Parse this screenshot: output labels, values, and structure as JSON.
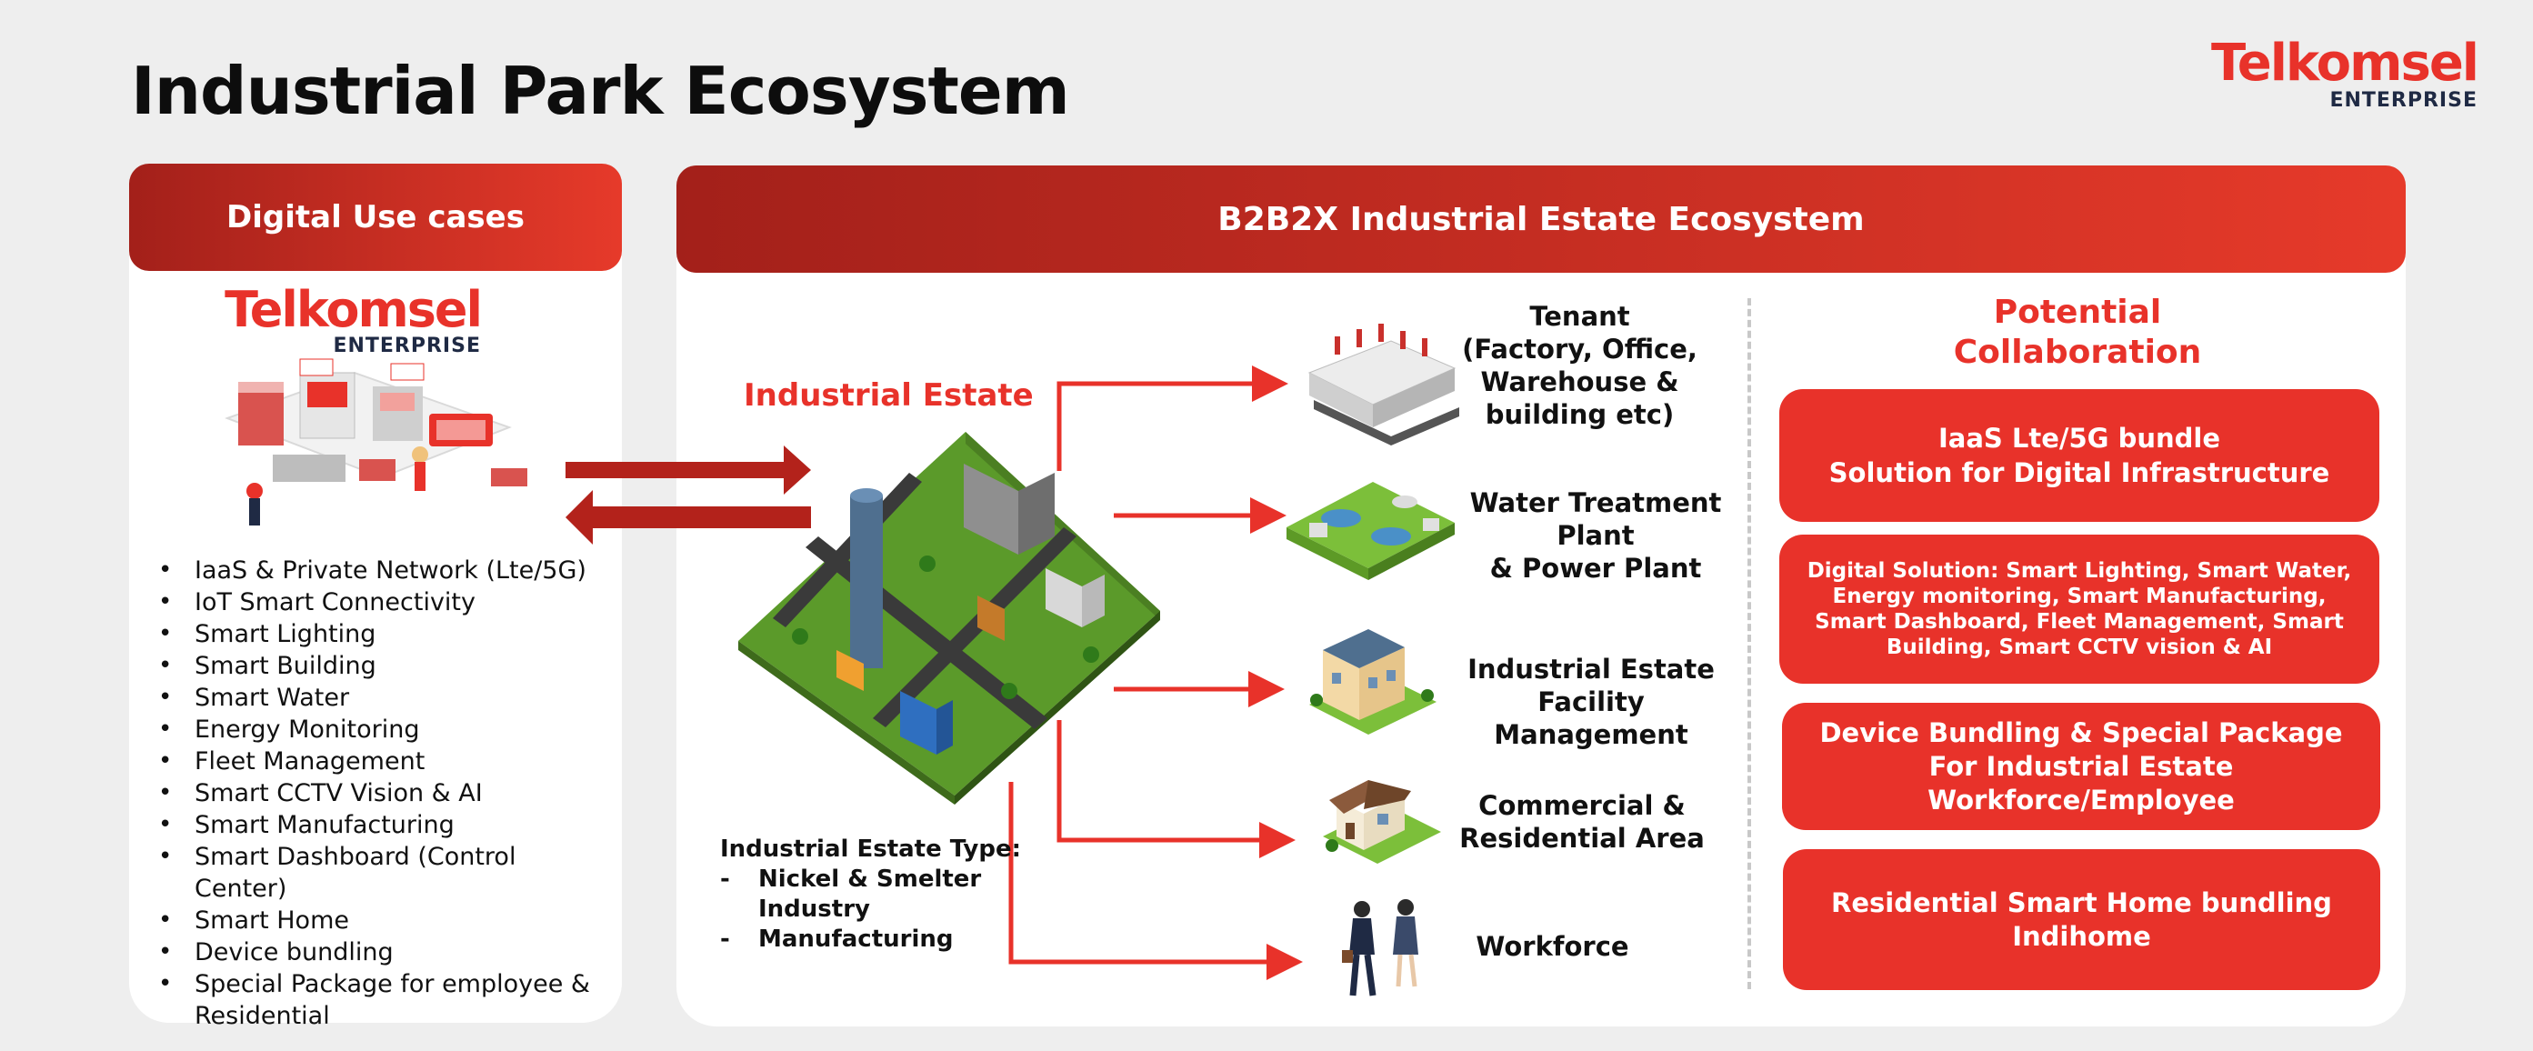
{
  "title": "Industrial Park Ecosystem",
  "brand": {
    "name": "Telkomsel",
    "sub": "ENTERPRISE"
  },
  "left_panel": {
    "header": "Digital Use cases",
    "items": [
      "IaaS & Private Network (Lte/5G)",
      "IoT Smart Connectivity",
      "Smart Lighting",
      "Smart Building",
      "Smart Water",
      "Energy Monitoring",
      "Fleet Management",
      "Smart CCTV Vision & AI",
      "Smart Manufacturing",
      "Smart Dashboard (Control Center)",
      "Smart Home",
      "Device bundling",
      "Special Package for employee & Residential"
    ]
  },
  "right_panel": {
    "header": "B2B2X Industrial Estate Ecosystem",
    "estate_title": "Industrial Estate",
    "estate_type": {
      "label": "Industrial Estate Type:",
      "items": [
        "Nickel & Smelter Industry",
        "Manufacturing"
      ]
    },
    "nodes": [
      {
        "label_lines": [
          "Tenant",
          "(Factory, Office,",
          "Warehouse &",
          "building etc)"
        ]
      },
      {
        "label_lines": [
          "Water Treatment",
          "Plant",
          "& Power Plant"
        ]
      },
      {
        "label_lines": [
          "Industrial Estate",
          "Facility Management"
        ]
      },
      {
        "label_lines": [
          "Commercial &",
          "Residential Area"
        ]
      },
      {
        "label_lines": [
          "Workforce"
        ]
      }
    ],
    "collab": {
      "title_lines": [
        "Potential",
        "Collaboration"
      ],
      "boxes": [
        {
          "lines": [
            "IaaS Lte/5G bundle",
            "Solution for Digital Infrastructure"
          ]
        },
        {
          "lines": [
            "Digital Solution: Smart Lighting, Smart Water, Energy monitoring, Smart Manufacturing, Smart Dashboard,  Fleet Management,  Smart Building, Smart CCTV vision & AI"
          ]
        },
        {
          "lines": [
            "Device Bundling  & Special Package",
            "For Industrial Estate",
            "Workforce/Employee"
          ]
        },
        {
          "lines": [
            "Residential Smart Home bundling",
            "Indihome"
          ]
        }
      ]
    }
  },
  "colors": {
    "accent": "#e8322a",
    "accent_dark": "#a3201a",
    "arrow_dark": "#b3221b",
    "navy": "#1f2a44"
  }
}
